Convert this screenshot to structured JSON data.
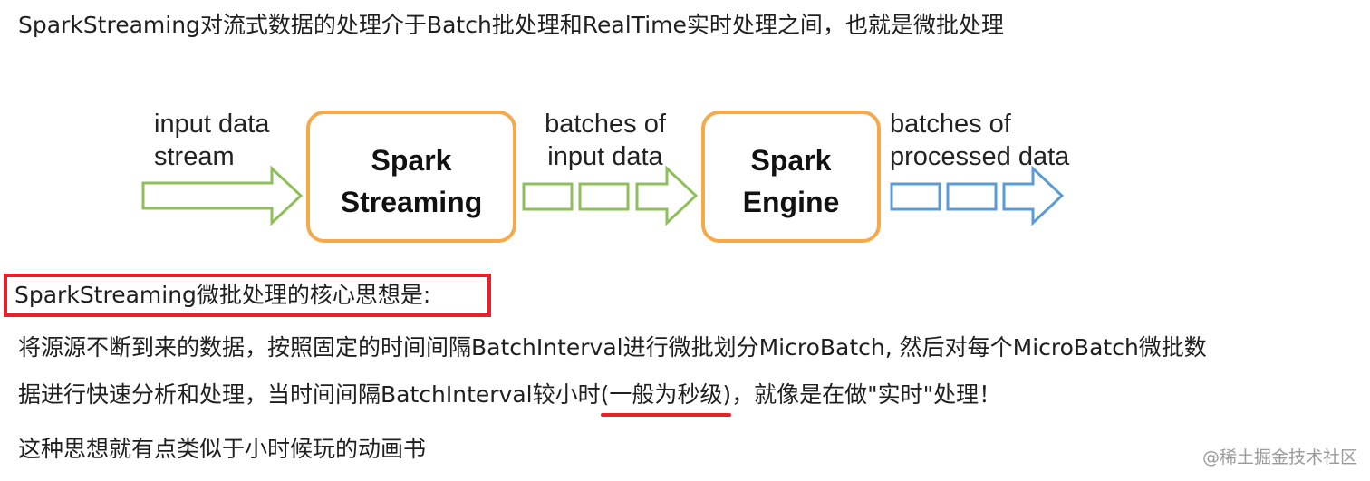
{
  "text": {
    "line1": "SparkStreaming对流式数据的处理介于Batch批处理和RealTime实时处理之间，也就是微批处理",
    "highlight": "SparkStreaming微批处理的核心思想是:",
    "line3": "将源源不断到来的数据，按照固定的时间间隔BatchInterval进行微批划分MicroBatch, 然后对每个MicroBatch微批数",
    "line4a": "据进行快速分析和处理，当时间间隔BatchInterval较小时",
    "line4u": "(一般为秒级)",
    "line4b": "，就像是在做\"实时\"处理！",
    "line5": "这种思想就有点类似于小时候玩的动画书"
  },
  "diagram": {
    "input_l1": "input data",
    "input_l2": "stream",
    "box1_l1": "Spark",
    "box1_l2": "Streaming",
    "mid_l1": "batches of",
    "mid_l2": "input data",
    "box2_l1": "Spark",
    "box2_l2": "Engine",
    "out_l1": "batches of",
    "out_l2": "processed data"
  },
  "colors": {
    "green": "#8fbf5a",
    "orange": "#f5a94a",
    "blue": "#5b9bd5",
    "red": "#e8202a"
  },
  "watermark": "@稀土掘金技术社区"
}
